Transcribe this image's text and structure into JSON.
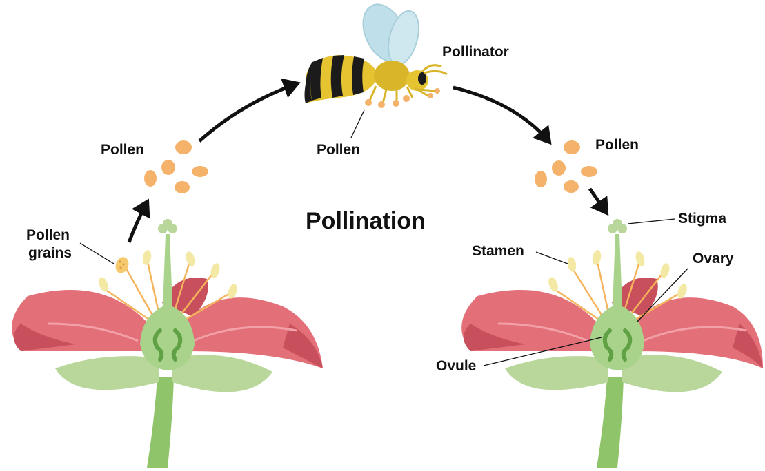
{
  "title": "Pollination",
  "labels": {
    "pollinator": "Pollinator",
    "pollen_left": "Pollen",
    "pollen_bee": "Pollen",
    "pollen_right": "Pollen",
    "pollen_grains_line1": "Pollen",
    "pollen_grains_line2": "grains",
    "stigma": "Stigma",
    "stamen": "Stamen",
    "ovary": "Ovary",
    "ovule": "Ovule"
  },
  "colors": {
    "petal": "#e36f78",
    "petal_dark": "#c8505c",
    "petal_light": "#f2a1a8",
    "sepal": "#b9d79a",
    "stem": "#8fc46a",
    "pistil": "#a9d38a",
    "ovule": "#5fa144",
    "pollen": "#f5b26b",
    "anther": "#f3e9a4",
    "filament": "#f6b45c",
    "bee_yellow": "#e6c431",
    "bee_black": "#1b1b1b",
    "wing": "#bfe0ea",
    "arrow": "#111111"
  }
}
